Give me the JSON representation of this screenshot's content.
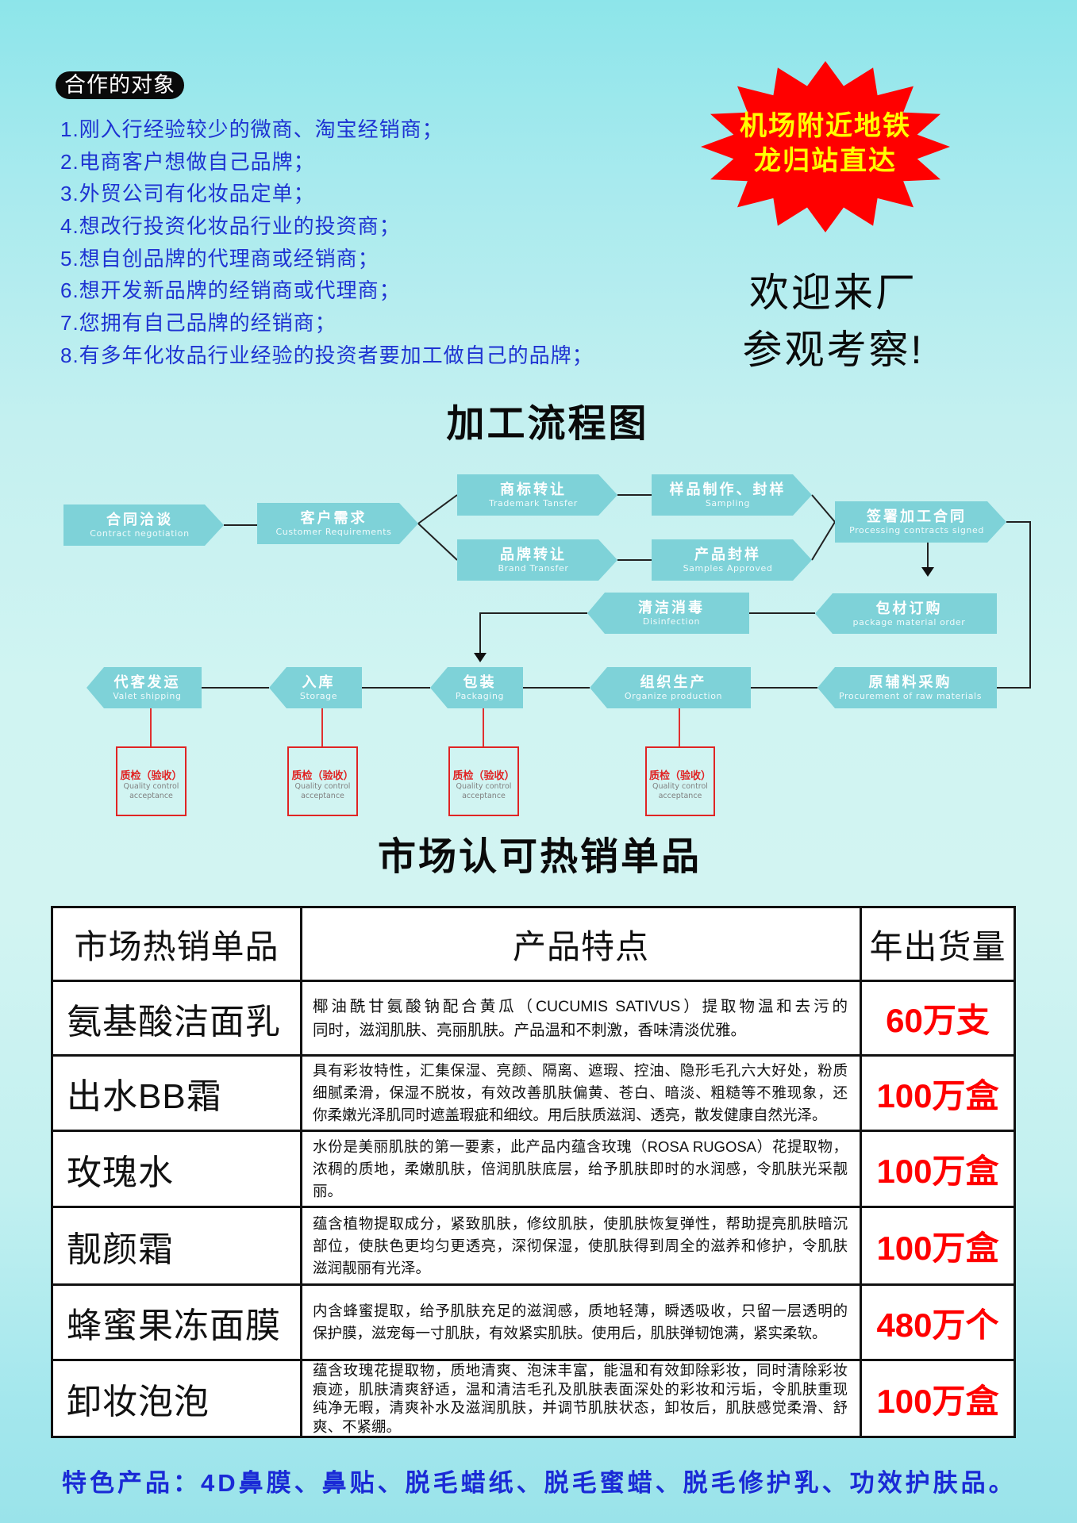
{
  "colors": {
    "list_blue": "#1e33d2",
    "footer_blue": "#1a2ad6",
    "burst_red": "#ff0000",
    "burst_text": "#ffff00",
    "node_fill": "#7ed2d8",
    "qc_red": "#e02424",
    "volume_red": "#ff0000"
  },
  "partners": {
    "badge": "合作的对象",
    "items": [
      "1.刚入行经验较少的微商、淘宝经销商；",
      "2.电商客户想做自己品牌；",
      "3.外贸公司有化妆品定单；",
      "4.想改行投资化妆品行业的投资商；",
      "5.想自创品牌的代理商或经销商；",
      "6.想开发新品牌的经销商或代理商；",
      "7.您拥有自己品牌的经销商；",
      "8.有多年化妆品行业经验的投资者要加工做自己的品牌；"
    ]
  },
  "promo": {
    "burst_lines": [
      "机场附近地铁",
      "龙归站直达"
    ],
    "welcome_lines": [
      "欢迎来厂",
      "参观考察!"
    ]
  },
  "flow": {
    "title": "加工流程图",
    "nodes": [
      {
        "cn": "合同洽谈",
        "en": "Contract negotiation"
      },
      {
        "cn": "客户需求",
        "en": "Customer Requirements"
      },
      {
        "cn": "商标转让",
        "en": "Trademark Tansfer"
      },
      {
        "cn": "品牌转让",
        "en": "Brand Transfer"
      },
      {
        "cn": "样品制作、封样",
        "en": "Sampling"
      },
      {
        "cn": "产品封样",
        "en": "Samples Approved"
      },
      {
        "cn": "签署加工合同",
        "en": "Processing contracts signed"
      },
      {
        "cn": "包材订购",
        "en": "package material order"
      },
      {
        "cn": "清洁消毒",
        "en": "Disinfection"
      },
      {
        "cn": "原辅料采购",
        "en": "Procurement of raw materials"
      },
      {
        "cn": "组织生产",
        "en": "Organize production"
      },
      {
        "cn": "包装",
        "en": "Packaging"
      },
      {
        "cn": "入库",
        "en": "Storage"
      },
      {
        "cn": "代客发运",
        "en": "Valet shipping"
      }
    ],
    "qc": {
      "cn": "质检（验收）",
      "en_lines": [
        "Quality control",
        "acceptance"
      ]
    }
  },
  "products": {
    "title": "市场认可热销单品",
    "headers": [
      "市场热销单品",
      "产品特点",
      "年出货量"
    ],
    "rows": [
      {
        "name": "氨基酸洁面乳",
        "desc_lines": [
          "椰油酰甘氨酸钠配合黄瓜（CUCUMIS SATIVUS）提取物温和去污的",
          "同时，滋润肌肤、亮丽肌肤。产品温和不刺激，香味清淡优雅。"
        ],
        "volume": "60万支"
      },
      {
        "name": "出水BB霜",
        "desc_lines": [
          "具有彩妆特性，汇集保湿、亮颜、隔离、遮瑕、控油、隐形毛孔六大好处，粉质",
          "细腻柔滑，保湿不脱妆，有效改善肌肤偏黄、苍白、暗淡、粗糙等不雅现象，还",
          "你柔嫩光泽肌同时遮盖瑕疵和细纹。用后肤质滋润、透亮，散发健康自然光泽。"
        ],
        "volume": "100万盒"
      },
      {
        "name": "玫瑰水",
        "desc_lines": [
          "水份是美丽肌肤的第一要素，此产品内蕴含玫瑰（ROSA RUGOSA）花提取物，",
          "浓稠的质地，柔嫩肌肤，倍润肌肤底层，给予肌肤即时的水润感，令肌肤光采靓",
          "丽。"
        ],
        "volume": "100万盒"
      },
      {
        "name": "靓颜霜",
        "desc_lines": [
          "蕴含植物提取成分，紧致肌肤，修纹肌肤，使肌肤恢复弹性，帮助提亮肌肤暗沉",
          "部位，使肤色更均匀更透亮，深彻保湿，使肌肤得到周全的滋养和修护，令肌肤",
          "滋润靓丽有光泽。"
        ],
        "volume": "100万盒"
      },
      {
        "name": "蜂蜜果冻面膜",
        "desc_lines": [
          "内含蜂蜜提取，给予肌肤充足的滋润感，质地轻薄，瞬透吸收，只留一层透明的",
          "保护膜，滋宠每一寸肌肤，有效紧实肌肤。使用后，肌肤弹韧饱满，紧实柔软。"
        ],
        "volume": "480万个"
      },
      {
        "name": "卸妆泡泡",
        "desc_lines": [
          "蕴含玫瑰花提取物，质地清爽、泡沫丰富，能温和有效卸除彩妆，同时清除彩妆",
          "痕迹，肌肤清爽舒适，温和清洁毛孔及肌肤表面深处的彩妆和污垢，令肌肤重现",
          "纯净无暇，清爽补水及滋润肌肤，并调节肌肤状态，卸妆后，肌肤感觉柔滑、舒",
          "爽、不紧绷。"
        ],
        "volume": "100万盒"
      }
    ]
  },
  "footer": {
    "text": "特色产品：4D鼻膜、鼻贴、脱毛蜡纸、脱毛蜜蜡、脱毛修护乳、功效护肤品。"
  }
}
